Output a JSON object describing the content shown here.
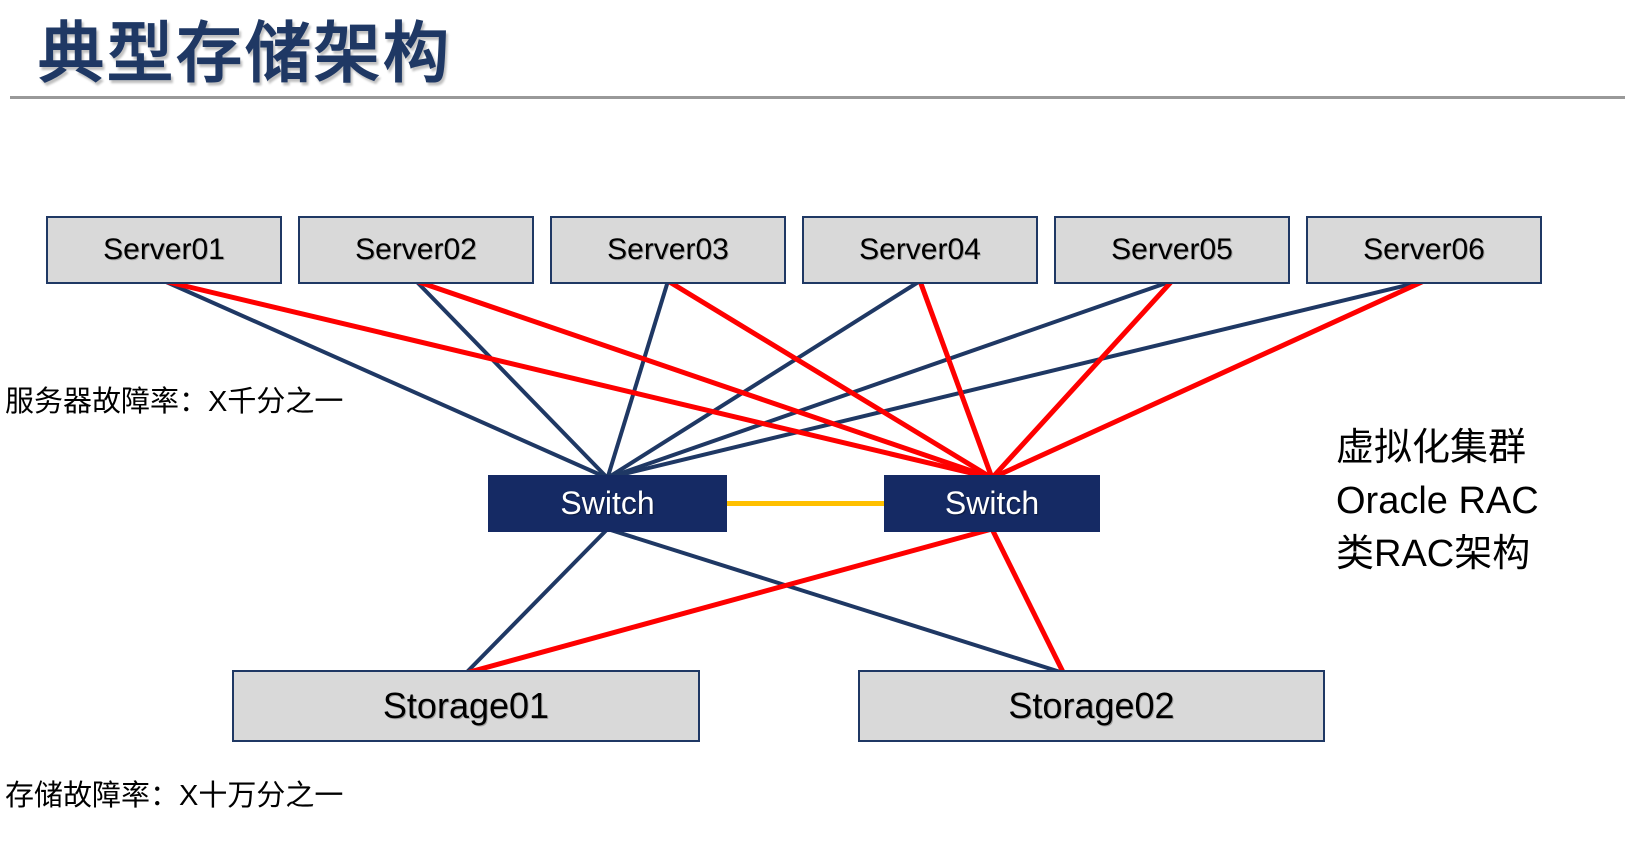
{
  "slide": {
    "title": "典型存储架构"
  },
  "annotations": {
    "server_failure_rate": "服务器故障率：X千分之一",
    "storage_failure_rate": "存储故障率：X十万分之一",
    "cluster_note_lines": [
      "虚拟化集群",
      "Oracle RAC",
      "类RAC架构"
    ]
  },
  "colors": {
    "navy": "#1F3864",
    "switch_fill": "#152A64",
    "red": "#FE0000",
    "orange": "#FFC000",
    "node_fill": "#D9D9D9",
    "divider_gray": "#999999"
  },
  "diagram": {
    "servers": [
      {
        "id": "server01",
        "label": "Server01"
      },
      {
        "id": "server02",
        "label": "Server02"
      },
      {
        "id": "server03",
        "label": "Server03"
      },
      {
        "id": "server04",
        "label": "Server04"
      },
      {
        "id": "server05",
        "label": "Server05"
      },
      {
        "id": "server06",
        "label": "Server06"
      }
    ],
    "switches": [
      {
        "id": "switch-a",
        "label": "Switch"
      },
      {
        "id": "switch-b",
        "label": "Switch"
      }
    ],
    "storages": [
      {
        "id": "storage01",
        "label": "Storage01"
      },
      {
        "id": "storage02",
        "label": "Storage02"
      }
    ],
    "edges": [
      {
        "from": "server01",
        "to": "switch-a",
        "color": "navy"
      },
      {
        "from": "server02",
        "to": "switch-a",
        "color": "navy"
      },
      {
        "from": "server03",
        "to": "switch-a",
        "color": "navy"
      },
      {
        "from": "server04",
        "to": "switch-a",
        "color": "navy"
      },
      {
        "from": "server05",
        "to": "switch-a",
        "color": "navy"
      },
      {
        "from": "server06",
        "to": "switch-a",
        "color": "navy"
      },
      {
        "from": "switch-a",
        "to": "storage01",
        "color": "navy"
      },
      {
        "from": "switch-a",
        "to": "storage02",
        "color": "navy"
      },
      {
        "from": "server01",
        "to": "switch-b",
        "color": "red"
      },
      {
        "from": "server02",
        "to": "switch-b",
        "color": "red"
      },
      {
        "from": "server03",
        "to": "switch-b",
        "color": "red"
      },
      {
        "from": "server04",
        "to": "switch-b",
        "color": "red"
      },
      {
        "from": "server05",
        "to": "switch-b",
        "color": "red"
      },
      {
        "from": "server06",
        "to": "switch-b",
        "color": "red"
      },
      {
        "from": "switch-b",
        "to": "storage01",
        "color": "red"
      },
      {
        "from": "switch-b",
        "to": "storage02",
        "color": "red"
      },
      {
        "from": "switch-a",
        "to": "switch-b",
        "color": "orange"
      }
    ]
  }
}
